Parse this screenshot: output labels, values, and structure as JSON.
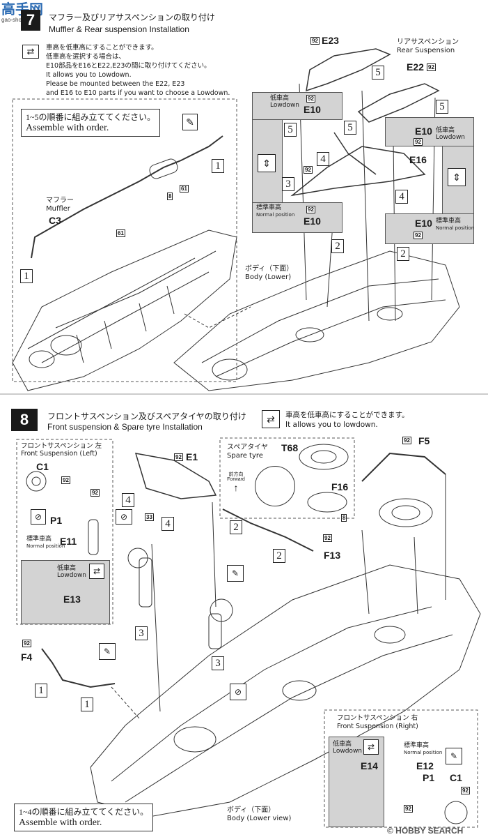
{
  "watermark": {
    "logo_text": "高手网",
    "url": "gao-shou.com"
  },
  "step7": {
    "number": "7",
    "title_jp": "マフラー及びリアサスペンションの取り付け",
    "title_en": "Muffler & Rear suspension Installation",
    "lowdown_note_jp1": "車高を低車高にすることができます。",
    "lowdown_note_jp2": "低車高を選択する場合は、",
    "lowdown_note_jp3": "E10部品をE16とE22,E23の間に取り付けてください。",
    "lowdown_note_en1": "It allows you to Lowdown.",
    "lowdown_note_en2": "Please be mounted between the E22, E23",
    "lowdown_note_en3": "and E16 to E10 parts if you want to choose a Lowdown.",
    "order_jp": "1~5の順番に組み立ててください。",
    "order_en": "Assemble with order.",
    "muffler_jp": "マフラー",
    "muffler_en": "Muffler",
    "c3": "C3",
    "tag_61": "61",
    "tag_8": "8",
    "tag_92": "92",
    "e23": "E23",
    "e22": "E22",
    "e16": "E16",
    "e10": "E10",
    "rear_susp_jp": "リアサスペンション",
    "rear_susp_en": "Rear Suspension",
    "lowdown_jp": "低車高",
    "lowdown_en": "Lowdown",
    "normal_jp": "標準車高",
    "normal_en": "Normal position",
    "body_lower_jp": "ボディ（下面）",
    "body_lower_en": "Body (Lower)",
    "seq": [
      "1",
      "2",
      "3",
      "4",
      "5"
    ]
  },
  "step8": {
    "number": "8",
    "title_jp": "フロントサスペンション及びスペアタイヤの取り付け",
    "title_en": "Front suspension & Spare tyre Installation",
    "lowdown_jp": "車高を低車高にすることができます。",
    "lowdown_en": "It allows you to lowdown.",
    "front_left_jp": "フロントサスペンション 左",
    "front_left_en": "Front Suspension (Left)",
    "front_right_jp": "フロントサスペンション 右",
    "front_right_en": "Front Suspension (Right)",
    "c1": "C1",
    "p1": "P1",
    "e1": "E1",
    "e11": "E11",
    "e12": "E12",
    "e13": "E13",
    "e14": "E14",
    "f4": "F4",
    "f5": "F5",
    "f13": "F13",
    "f16": "F16",
    "t68": "T68",
    "tag_33": "33",
    "spare_jp": "スペアタイヤ",
    "spare_en": "Spare tyre",
    "forward_jp": "前方向",
    "forward_en": "Forward",
    "normal_jp": "標準車高",
    "normal_en": "Normal position",
    "lowdown_box_jp": "低車高",
    "lowdown_box_en": "Lowdown",
    "order_jp": "1~4の順番に組み立ててください。",
    "order_en": "Assemble with order.",
    "body_lower_jp": "ボディ（下面）",
    "body_lower_en": "Body (Lower view)"
  },
  "footer_watermark": "© HOBBY SEARCH"
}
